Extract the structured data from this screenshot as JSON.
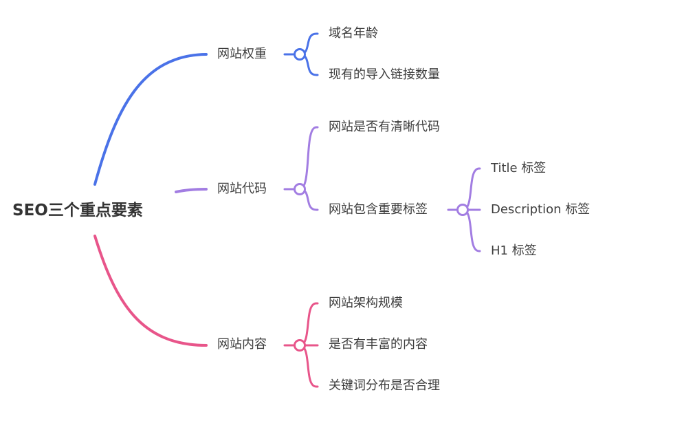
{
  "root": {
    "label": "SEO三个重点要素"
  },
  "colors": {
    "blue": "#4a72e8",
    "purple": "#a27de2",
    "pink": "#e8558a",
    "text": "#3d3d3d"
  },
  "branches": [
    {
      "label": "网站权重",
      "color": "#4a72e8",
      "children": [
        {
          "label": "域名年龄"
        },
        {
          "label": "现有的导入链接数量"
        }
      ]
    },
    {
      "label": "网站代码",
      "color": "#a27de2",
      "children": [
        {
          "label": "网站是否有清晰代码"
        },
        {
          "label": "网站包含重要标签",
          "children": [
            {
              "label": "Title 标签"
            },
            {
              "label": "Description 标签"
            },
            {
              "label": "H1 标签"
            }
          ]
        }
      ]
    },
    {
      "label": "网站内容",
      "color": "#e8558a",
      "children": [
        {
          "label": "网站架构规模"
        },
        {
          "label": "是否有丰富的内容"
        },
        {
          "label": "关键词分布是否合理"
        }
      ]
    }
  ]
}
